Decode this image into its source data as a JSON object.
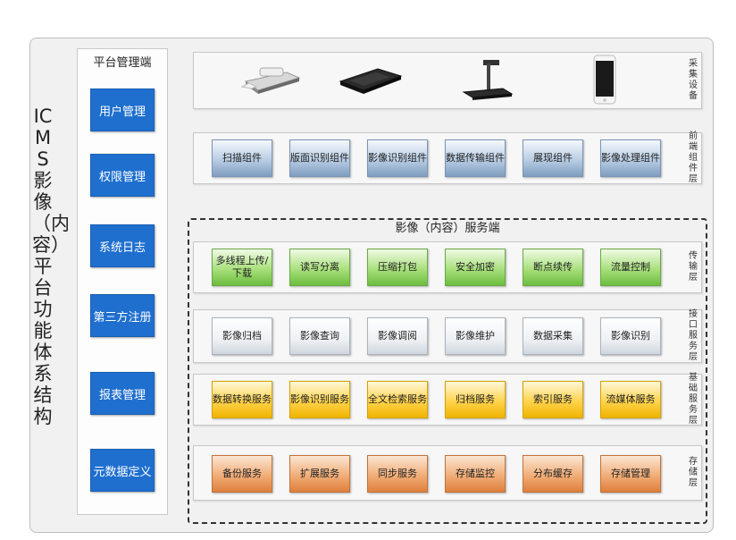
{
  "main_title": "ICMS影像（内容）平台功能体系结构",
  "management": {
    "title": "平台管理端",
    "items": [
      "用户管理",
      "权限管理",
      "系统日志",
      "第三方注册",
      "报表管理",
      "元数据定义"
    ]
  },
  "service_title": "影像（内容）服务端",
  "layers": {
    "capture": {
      "label": "采集设备",
      "devices": [
        "scanner-device-icon",
        "flatbed-scanner-device-icon",
        "document-camera-device-icon",
        "smartphone-device-icon"
      ]
    },
    "frontend": {
      "label": "前端组件层",
      "items": [
        "扫描组件",
        "版面识别组件",
        "影像识别组件",
        "数据传输组件",
        "展现组件",
        "影像处理组件"
      ]
    },
    "transport": {
      "label": "传输层",
      "items": [
        "多线程上传/下载",
        "读写分离",
        "压缩打包",
        "安全加密",
        "断点续传",
        "流量控制"
      ]
    },
    "interface": {
      "label": "接口服务层",
      "items": [
        "影像归档",
        "影像查询",
        "影像调阅",
        "影像维护",
        "数据采集",
        "影像识别"
      ]
    },
    "base": {
      "label": "基础服务层",
      "items": [
        "数据转换服务",
        "影像识别服务",
        "全文检索服务",
        "归档服务",
        "索引服务",
        "流媒体服务"
      ]
    },
    "storage": {
      "label": "存储层",
      "items": [
        "备份服务",
        "扩展服务",
        "同步服务",
        "存储监控",
        "分布缓存",
        "存储管理"
      ]
    }
  },
  "colors": {
    "management_button": "#1f6fcf",
    "frontend": "#8fb0d4",
    "transport": "#8fd35a",
    "interface": "#eef1f4",
    "base": "#ffcc33",
    "storage": "#e8925a"
  }
}
